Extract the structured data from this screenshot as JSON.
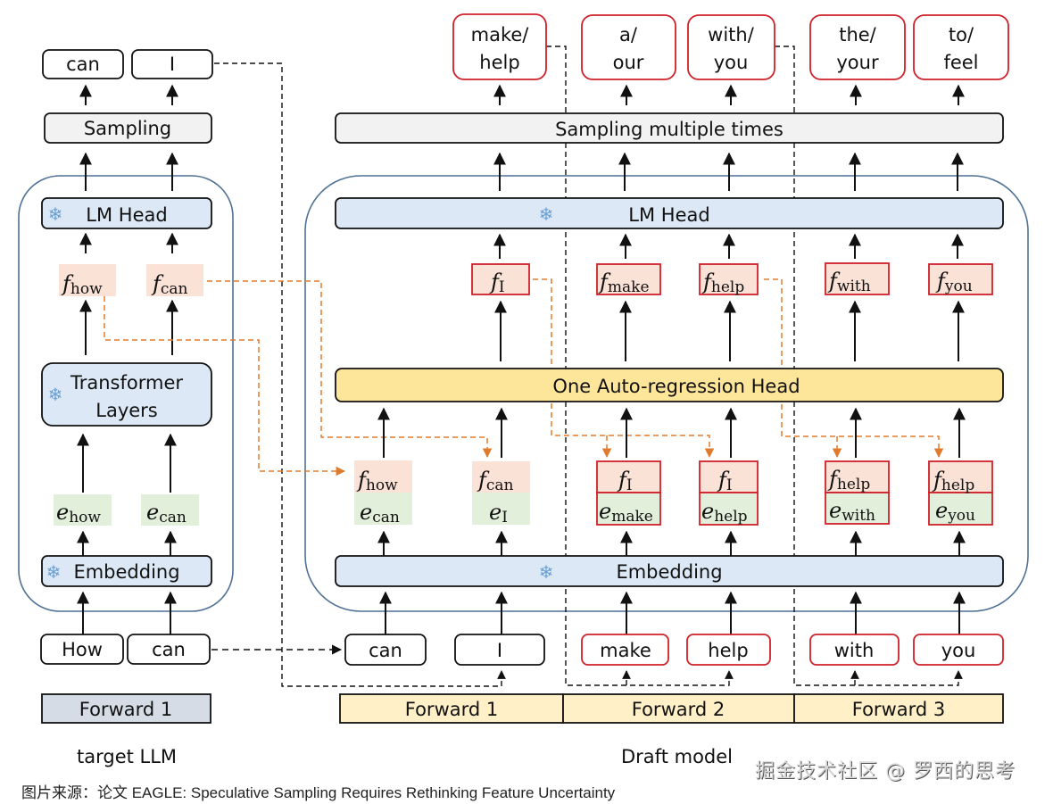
{
  "colors": {
    "container_stroke": "#4f7196",
    "box_stroke": "#111111",
    "red_stroke": "#d0202a",
    "sampling_fill": "#f2f2f2",
    "blue_fill": "#dce8f5",
    "yellow_fill": "#fde59a",
    "feature_fill": "#fbe2d6",
    "embed_fill": "#e2efdb",
    "forward_target_fill": "#d5dce6",
    "forward_draft_fill": "#fff0c8",
    "orange_dash": "#e07b2e",
    "snowflake": "#6a9fd4"
  },
  "target": {
    "section_label": "target LLM",
    "outputs": [
      "can",
      "I"
    ],
    "sampling_label": "Sampling",
    "lm_head_label": "LM Head",
    "features": [
      {
        "main": "f",
        "sub": "how"
      },
      {
        "main": "f",
        "sub": "can"
      }
    ],
    "transformer_label_line1": "Transformer",
    "transformer_label_line2": "Layers",
    "embeddings": [
      {
        "main": "e",
        "sub": "how"
      },
      {
        "main": "e",
        "sub": "can"
      }
    ],
    "embedding_label": "Embedding",
    "inputs": [
      "How",
      "can"
    ],
    "forward_label": "Forward 1"
  },
  "draft": {
    "section_label": "Draft model",
    "outputs": [
      {
        "line1": "make/",
        "line2": "help"
      },
      {
        "line1": "a/",
        "line2": "our"
      },
      {
        "line1": "with/",
        "line2": "you"
      },
      {
        "line1": "the/",
        "line2": "your"
      },
      {
        "line1": "to/",
        "line2": "feel"
      }
    ],
    "sampling_label": "Sampling multiple times",
    "lm_head_label": "LM Head",
    "out_features": [
      {
        "main": "f",
        "sub": "I"
      },
      {
        "main": "f",
        "sub": "make"
      },
      {
        "main": "f",
        "sub": "help"
      },
      {
        "main": "f",
        "sub": "with"
      },
      {
        "main": "f",
        "sub": "you"
      }
    ],
    "ar_head_label": "One Auto-regression Head",
    "in_pairs": [
      {
        "f": {
          "main": "f",
          "sub": "how"
        },
        "e": {
          "main": "e",
          "sub": "can"
        }
      },
      {
        "f": {
          "main": "f",
          "sub": "can"
        },
        "e": {
          "main": "e",
          "sub": "I"
        }
      },
      {
        "f": {
          "main": "f",
          "sub": "I"
        },
        "e": {
          "main": "e",
          "sub": "make"
        }
      },
      {
        "f": {
          "main": "f",
          "sub": "I"
        },
        "e": {
          "main": "e",
          "sub": "help"
        }
      },
      {
        "f": {
          "main": "f",
          "sub": "help"
        },
        "e": {
          "main": "e",
          "sub": "with"
        }
      },
      {
        "f": {
          "main": "f",
          "sub": "help"
        },
        "e": {
          "main": "e",
          "sub": "you"
        }
      }
    ],
    "embedding_label": "Embedding",
    "inputs": [
      "can",
      "I",
      "make",
      "help",
      "with",
      "you"
    ],
    "forward_labels": [
      "Forward 1",
      "Forward 2",
      "Forward 3"
    ]
  },
  "icons": {
    "snowflake": "❄"
  },
  "caption": "图片来源：论文 EAGLE: Speculative Sampling Requires Rethinking Feature Uncertainty",
  "watermark": "掘金技术社区 @ 罗西的思考"
}
